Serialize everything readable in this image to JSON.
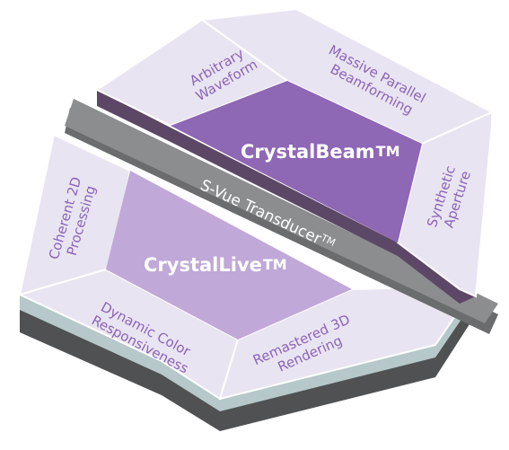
{
  "diagram": {
    "top_core": "CrystalBeam",
    "bottom_core": "CrystalLive",
    "trademark": "TM",
    "band": "S-Vue Transducer",
    "band_tm": "TM",
    "top_segments": {
      "left": [
        "Arbitrary",
        "Waveform"
      ],
      "top_right": [
        "Massive Parallel",
        "Beamforming"
      ],
      "right": [
        "Synthetic",
        "Aperture"
      ]
    },
    "bottom_segments": {
      "left": [
        "Coherent 2D",
        "Processing"
      ],
      "bottom_left": [
        "Dynamic Color",
        "Responsiveness"
      ],
      "bottom_right": [
        "Remastered 3D",
        "Rendering"
      ]
    },
    "colors": {
      "tile_light": "#e9e4f1",
      "top_core": "#8e67b5",
      "bottom_core": "#c0a8d8",
      "band": "#8b8d8f",
      "label": "#8a64b8"
    }
  }
}
